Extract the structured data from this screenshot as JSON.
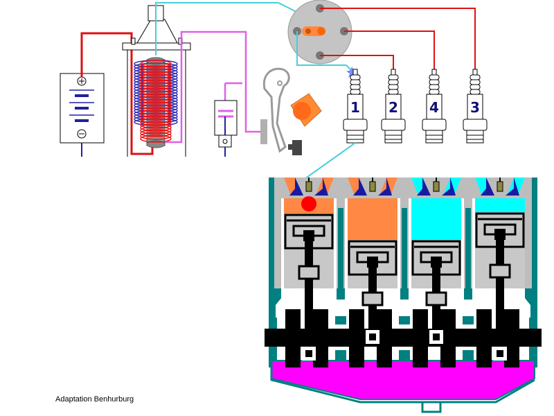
{
  "credit": "Adaptation Benhurburg",
  "battery": {
    "plus_symbol": "+",
    "minus_symbol": "−"
  },
  "spark_plugs": [
    {
      "label": "1"
    },
    {
      "label": "2"
    },
    {
      "label": "4"
    },
    {
      "label": "3"
    }
  ],
  "colors": {
    "high_tension_wire": "#dd1111",
    "coil_lead": "#44d0d8",
    "points_wire": "#e060e8",
    "primary_winding": "#3030b0",
    "secondary_winding": "#ee1111",
    "combustion": "#ff8844",
    "intake_charge": "#00ffff",
    "oil_sump": "#ff00ff",
    "block": "#008080",
    "crankshaft": "#000000",
    "piston": "#c8c8c8"
  }
}
